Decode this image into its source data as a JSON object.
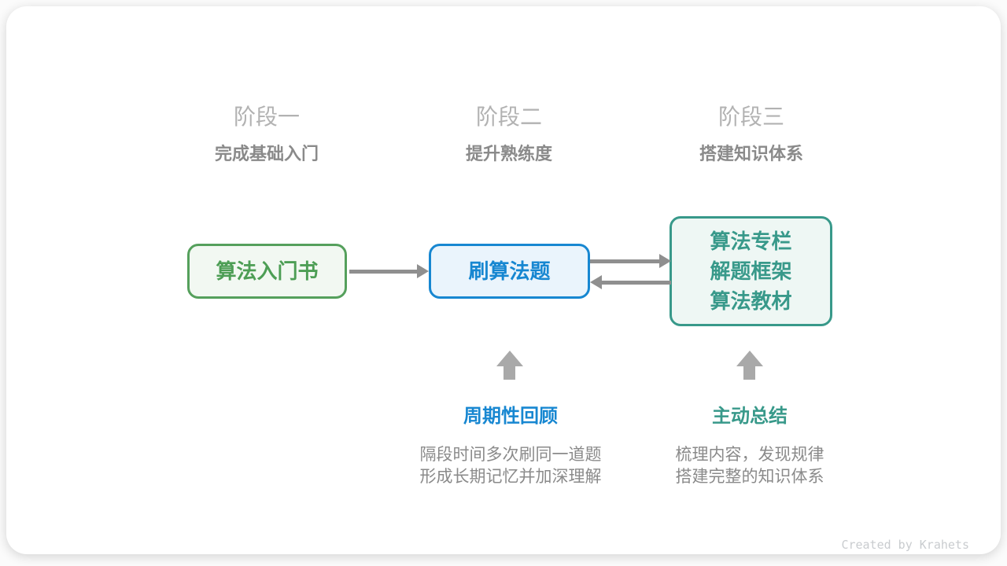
{
  "stages": [
    {
      "title": "阶段一",
      "subtitle": "完成基础入门"
    },
    {
      "title": "阶段二",
      "subtitle": "提升熟练度"
    },
    {
      "title": "阶段三",
      "subtitle": "搭建知识体系"
    }
  ],
  "boxes": [
    {
      "theme": "green",
      "lines": [
        "算法入门书"
      ]
    },
    {
      "theme": "blue",
      "lines": [
        "刷算法题"
      ]
    },
    {
      "theme": "teal",
      "lines": [
        "算法专栏",
        "解题框架",
        "算法教材"
      ]
    }
  ],
  "annotations": [
    {
      "theme": "blue",
      "label": "周期性回顾",
      "desc_lines": [
        "隔段时间多次刷同一道题",
        "形成长期记忆并加深理解"
      ]
    },
    {
      "theme": "teal",
      "label": "主动总结",
      "desc_lines": [
        "梳理内容，发现规律",
        "搭建完整的知识体系"
      ]
    }
  ],
  "icons": {
    "stage1_to_stage2": "arrow-right-icon",
    "stage2_to_stage3": "arrow-right-icon",
    "stage3_to_stage2": "arrow-left-icon",
    "review_arrow": "arrow-up-icon",
    "summary_arrow": "arrow-up-icon"
  },
  "colors": {
    "green": "#55a05c",
    "green_bg": "#f2f8f2",
    "blue": "#1787d1",
    "blue_bg": "#eaf4fc",
    "teal": "#38998a",
    "teal_bg": "#eef7f4",
    "arrow_gray": "#8f8f8f",
    "up_arrow_gray": "#a9a9a9",
    "stage_title_gray": "#b2b2b2",
    "text_gray": "#8a8a8a",
    "credit_gray": "#c9cccf"
  },
  "credit": "Created by Krahets"
}
